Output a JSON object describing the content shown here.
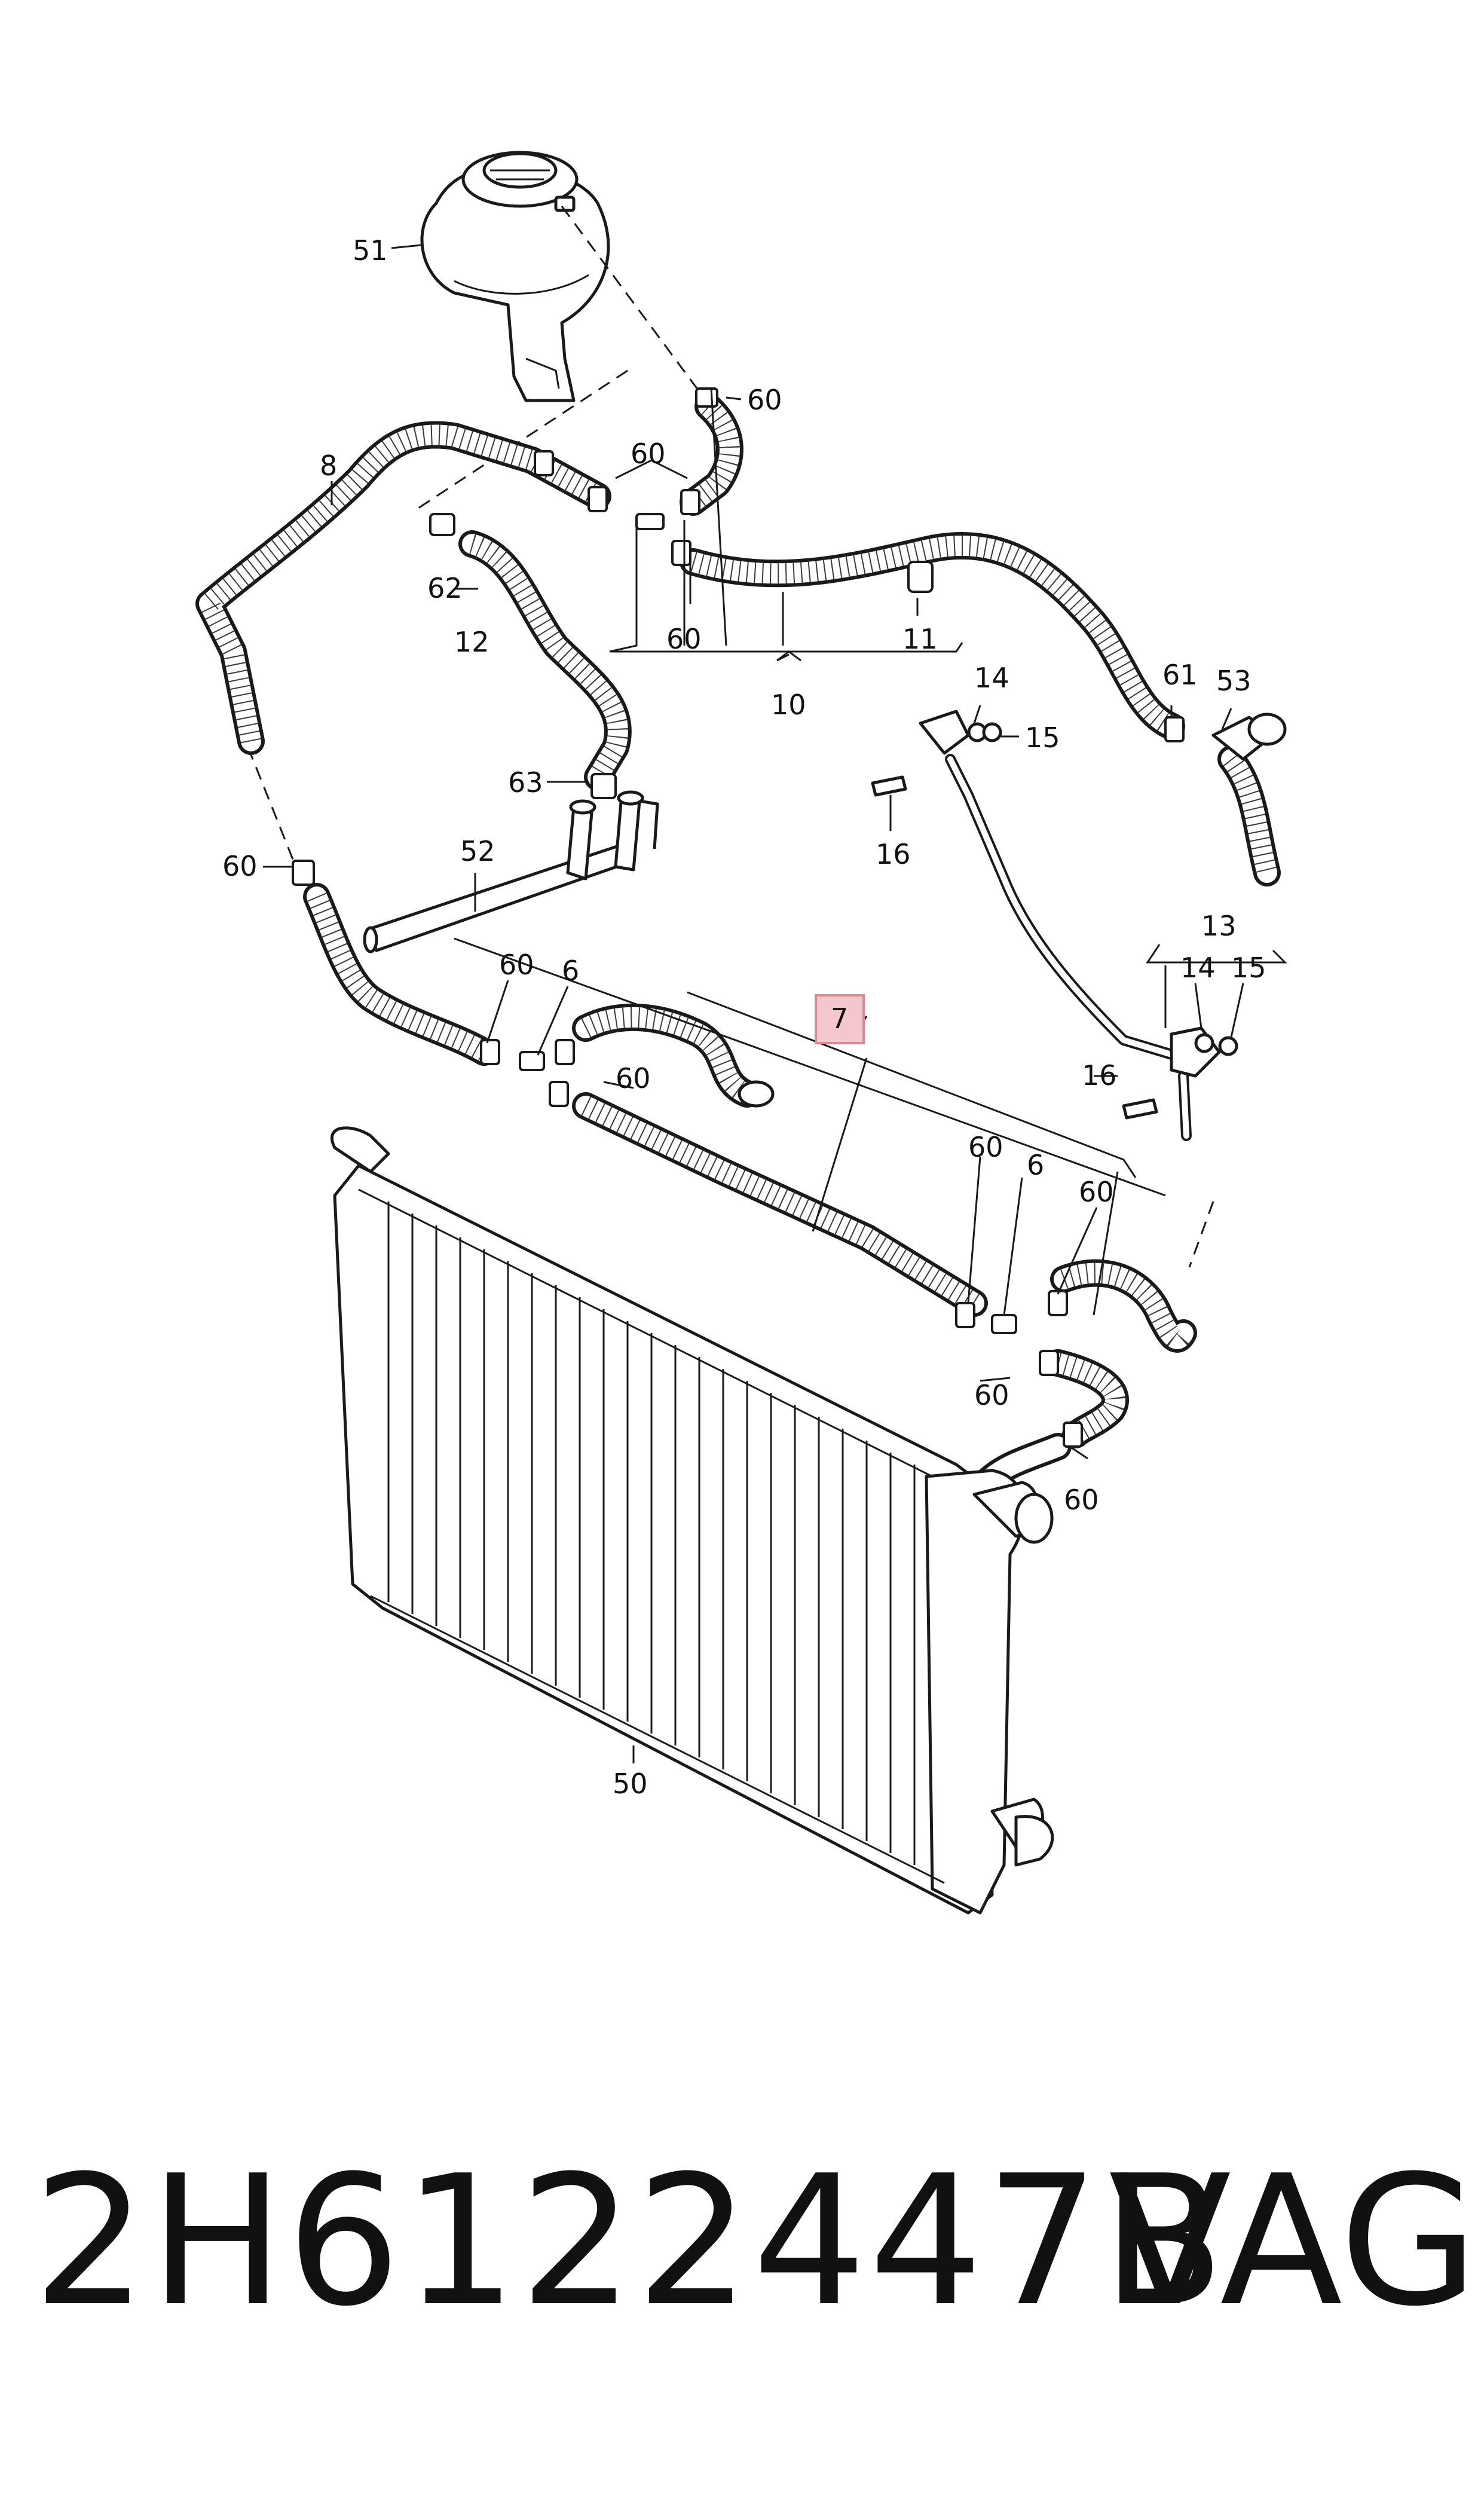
{
  "diagram": {
    "labels": {
      "l51": "51",
      "l60a": "60",
      "l8": "8",
      "l60b": "60",
      "l62": "62",
      "l60c": "60",
      "l11": "11",
      "l12": "12",
      "l10": "10",
      "l14a": "14",
      "l15a": "15",
      "l61": "61",
      "l53": "53",
      "l63": "63",
      "l16a": "16",
      "l60d": "60",
      "l52": "52",
      "l13": "13",
      "l60e": "60",
      "l6a": "6",
      "l7": "7",
      "l14b": "14",
      "l15b": "15",
      "l60f": "60",
      "l16b": "16",
      "l60g": "60",
      "l6b": "6",
      "l60h": "60",
      "l60i": "60",
      "l60j": "60",
      "l50": "50"
    }
  },
  "footer": {
    "part_number": "2H6122447B",
    "brand": "VAG"
  },
  "highlight_color": "#f4c7cc"
}
